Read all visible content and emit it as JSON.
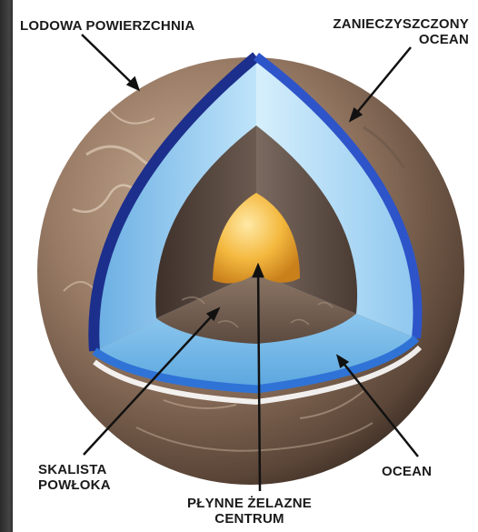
{
  "labels": {
    "icy_surface": "LODOWA POWIERZCHNIA",
    "dirty_ocean": "ZANIECZYSZCZONY\nOCEAN",
    "rocky_shell": "SKALISTA\nPOWŁOKA",
    "ocean": "OCEAN",
    "liquid_iron_core": "PŁYNNE  ŻELAZNE\nCENTRUM"
  },
  "colors": {
    "surface": "#8a6e5a",
    "ocean_light": "#a7d8f5",
    "ocean_dark_band": "#1c2f8c",
    "rock": "#5b4a42",
    "core": "#f2b43c",
    "leader_lines": "#111111"
  }
}
